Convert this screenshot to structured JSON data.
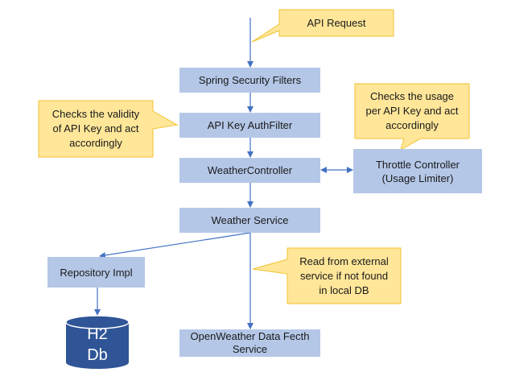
{
  "diagram": {
    "nodes": {
      "spring_security": "Spring Security Filters",
      "api_key_filter": "API Key AuthFilter",
      "weather_controller": "WeatherController",
      "throttle_controller": "Throttle Controller\n(Usage Limiter)",
      "weather_service": "Weather Service",
      "repository_impl": "Repository Impl",
      "openweather_fetch": "OpenWeather Data Fecth\nService",
      "h2_db": "H2\nDb"
    },
    "callouts": {
      "api_request": "API Request",
      "auth_note": "Checks the validity\nof API Key and act\naccordingly",
      "usage_note": "Checks the usage\nper API Key and act\naccordingly",
      "fetch_note": "Read from external\nservice if not found\nin local DB"
    },
    "colors": {
      "box_fill": "#b4c7e7",
      "callout_fill": "#ffe699",
      "callout_border": "#f1c232",
      "arrow": "#4472c4",
      "db_fill": "#2f5597"
    }
  }
}
